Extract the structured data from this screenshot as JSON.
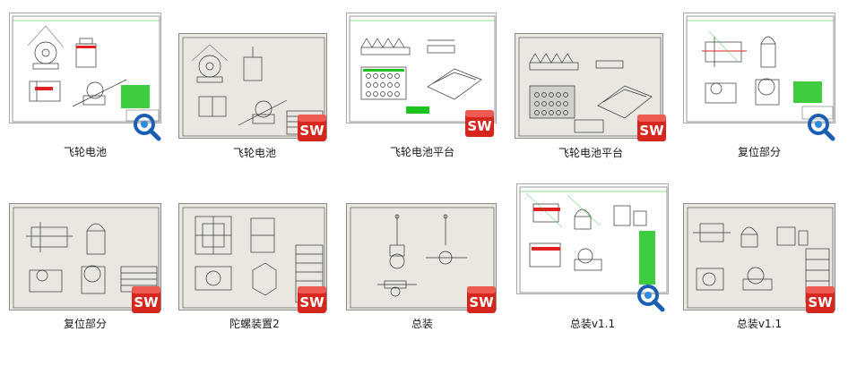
{
  "files": [
    {
      "name": "飞轮电池",
      "kind": "edrawings",
      "icon": "edrawings-icon"
    },
    {
      "name": "飞轮电池",
      "kind": "solidworks",
      "icon": "solidworks-sw-icon"
    },
    {
      "name": "飞轮电池平台",
      "kind": "solidworks",
      "icon": "solidworks-sw-icon"
    },
    {
      "name": "飞轮电池平台",
      "kind": "solidworks",
      "icon": "solidworks-sw-icon"
    },
    {
      "name": "复位部分",
      "kind": "edrawings",
      "icon": "edrawings-icon"
    },
    {
      "name": "复位部分",
      "kind": "solidworks",
      "icon": "solidworks-sw-icon"
    },
    {
      "name": "陀螺装置2",
      "kind": "solidworks",
      "icon": "solidworks-sw-icon"
    },
    {
      "name": "总装",
      "kind": "solidworks",
      "icon": "solidworks-sw-icon"
    },
    {
      "name": "总装v1.1",
      "kind": "edrawings",
      "icon": "edrawings-icon"
    },
    {
      "name": "总装v1.1",
      "kind": "solidworks",
      "icon": "solidworks-sw-icon"
    }
  ],
  "badge_text": "SW",
  "colors": {
    "sw_red": "#d7261e",
    "edrawings_blue": "#1a5fb4",
    "drawing_green": "#1cc41c",
    "drawing_red": "#e02020"
  }
}
